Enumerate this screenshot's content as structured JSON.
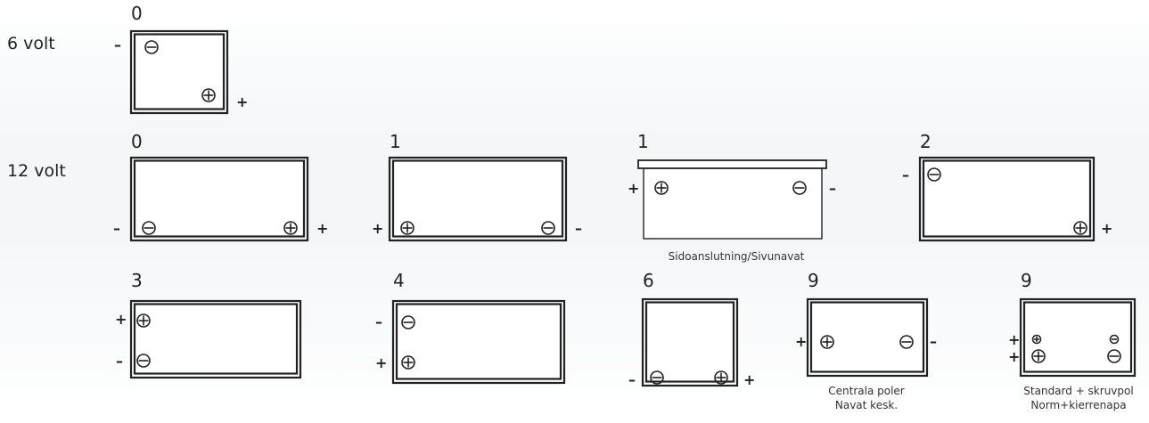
{
  "rows": {
    "six": {
      "label": "6 volt"
    },
    "twelve": {
      "label": "12 volt"
    }
  },
  "batteries": [
    {
      "code": "0",
      "terminals": [
        {
          "pol": "neg",
          "size": "l"
        },
        {
          "pol": "pos",
          "size": "l"
        }
      ],
      "signs": [
        {
          "text": "–"
        },
        {
          "text": "+"
        }
      ]
    },
    {
      "code": "0",
      "terminals": [
        {
          "pol": "neg",
          "size": "l"
        },
        {
          "pol": "pos",
          "size": "l"
        }
      ],
      "signs": [
        {
          "text": "–"
        },
        {
          "text": "+"
        }
      ]
    },
    {
      "code": "1",
      "terminals": [
        {
          "pol": "pos",
          "size": "l"
        },
        {
          "pol": "neg",
          "size": "l"
        }
      ],
      "signs": [
        {
          "text": "+"
        },
        {
          "text": "–"
        }
      ]
    },
    {
      "code": "1",
      "caption": [
        "Sidoanslutning/Sivunavat"
      ],
      "terminals": [
        {
          "pol": "pos",
          "size": "l"
        },
        {
          "pol": "neg",
          "size": "l"
        }
      ],
      "signs": [
        {
          "text": "+"
        },
        {
          "text": "–"
        }
      ]
    },
    {
      "code": "2",
      "terminals": [
        {
          "pol": "neg",
          "size": "l"
        },
        {
          "pol": "pos",
          "size": "l"
        }
      ],
      "signs": [
        {
          "text": "–"
        },
        {
          "text": "+"
        }
      ]
    },
    {
      "code": "3",
      "terminals": [
        {
          "pol": "pos",
          "size": "l"
        },
        {
          "pol": "neg",
          "size": "l"
        }
      ],
      "signs": [
        {
          "text": "+"
        },
        {
          "text": "–"
        }
      ]
    },
    {
      "code": "4",
      "terminals": [
        {
          "pol": "neg",
          "size": "l"
        },
        {
          "pol": "pos",
          "size": "l"
        }
      ],
      "signs": [
        {
          "text": "–"
        },
        {
          "text": "+"
        }
      ]
    },
    {
      "code": "6",
      "terminals": [
        {
          "pol": "neg",
          "size": "l"
        },
        {
          "pol": "pos",
          "size": "l"
        }
      ],
      "signs": [
        {
          "text": "–"
        },
        {
          "text": "+"
        }
      ]
    },
    {
      "code": "9",
      "caption": [
        "Centrala poler",
        "Navat kesk."
      ],
      "terminals": [
        {
          "pol": "pos",
          "size": "l"
        },
        {
          "pol": "neg",
          "size": "l"
        }
      ],
      "signs": [
        {
          "text": "+"
        },
        {
          "text": "–"
        }
      ]
    },
    {
      "code": "9",
      "caption": [
        "Standard + skruvpol",
        "Norm+kierrenapa"
      ],
      "terminals": [
        {
          "pol": "pos",
          "size": "s"
        },
        {
          "pol": "neg",
          "size": "s"
        },
        {
          "pol": "pos",
          "size": "l"
        },
        {
          "pol": "neg",
          "size": "l"
        }
      ],
      "signs": [
        {
          "text": "+"
        },
        {
          "text": "+"
        }
      ]
    }
  ]
}
